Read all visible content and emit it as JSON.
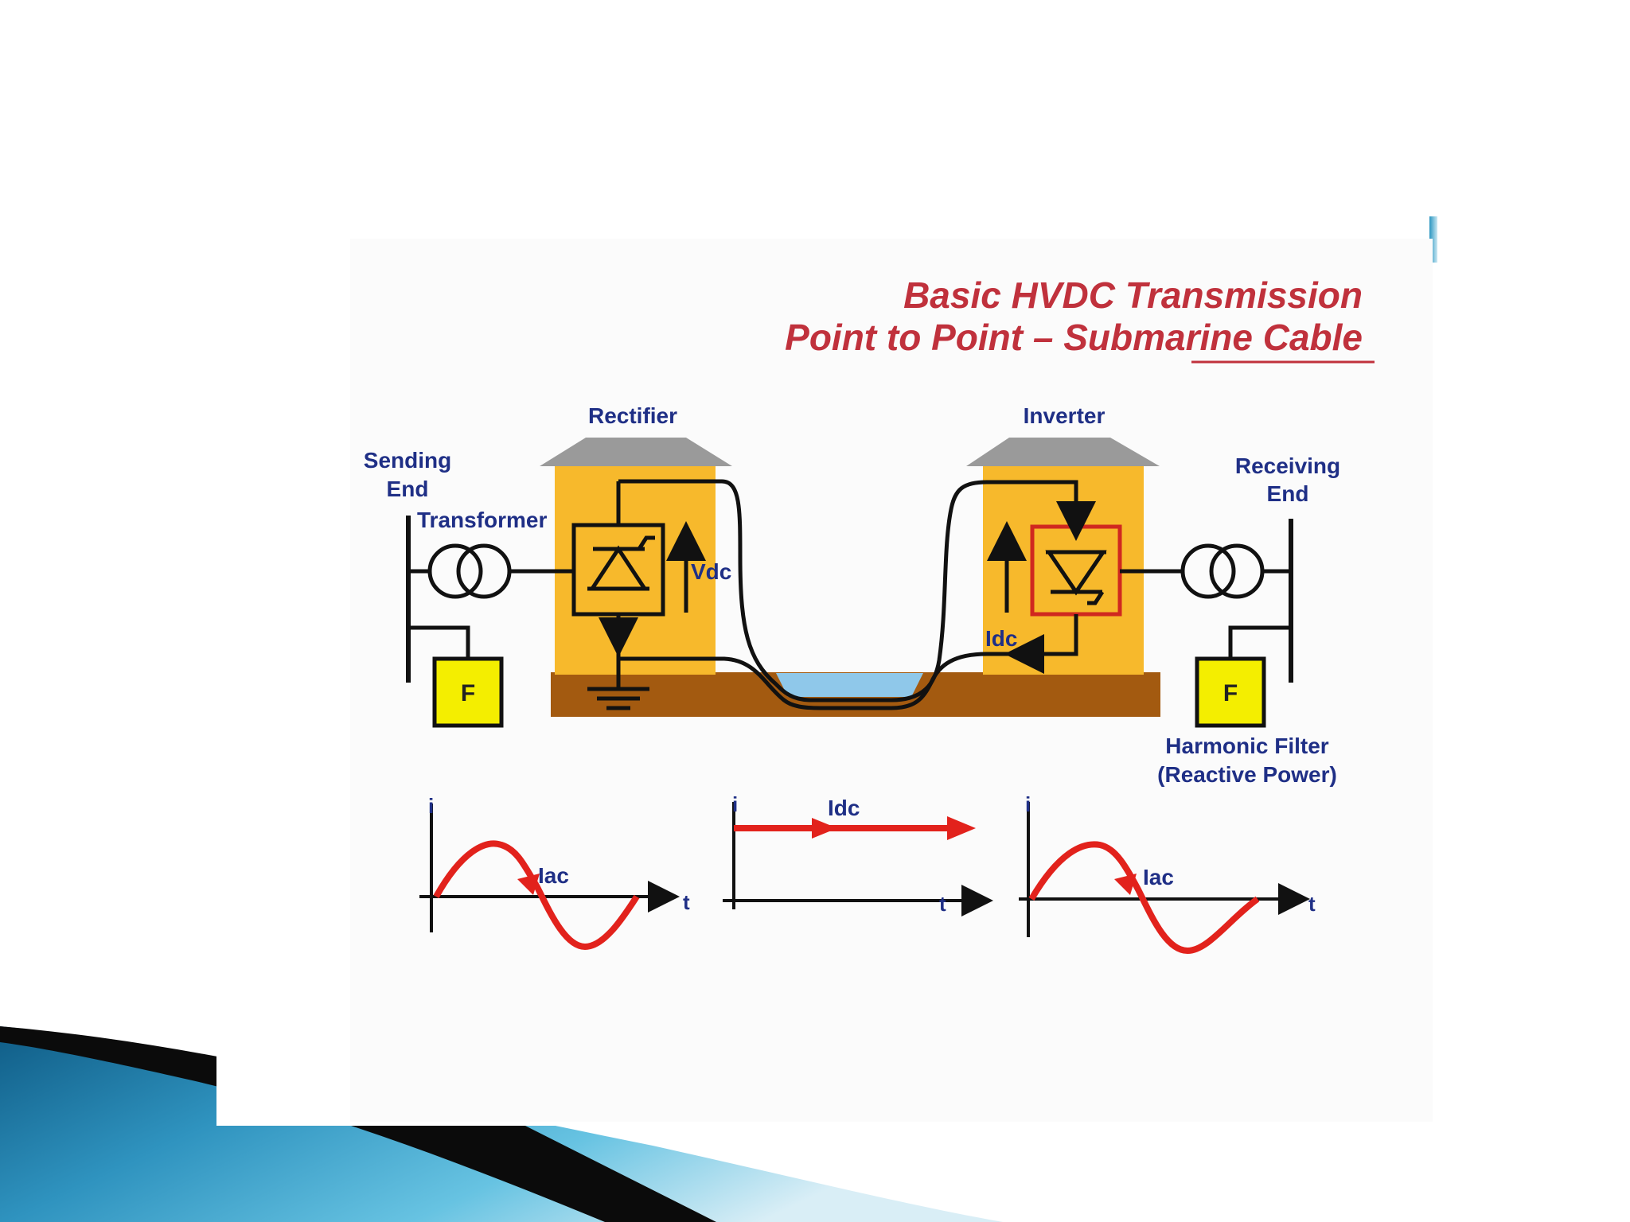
{
  "diagram": {
    "title_line1": "Basic HVDC Transmission",
    "title_line2": "Point to Point – Submarine Cable",
    "rectifier_label": "Rectifier",
    "inverter_label": "Inverter",
    "sending_end_line1": "Sending",
    "sending_end_line2": "End",
    "receiving_end_line1": "Receiving",
    "receiving_end_line2": "End",
    "transformer_label": "Transformer",
    "vdc_label": "Vdc",
    "idc_label": "Idc",
    "filter_letter_left": "F",
    "filter_letter_right": "F",
    "harmonic_filter_line1": "Harmonic Filter",
    "harmonic_filter_line2": "(Reactive Power)"
  },
  "waveforms": {
    "left_current_label": "Iac",
    "middle_current_label": "Idc",
    "right_current_label": "Iac",
    "axis_y_label": "i",
    "axis_t_label": "t"
  },
  "colors": {
    "title": "#c0313c",
    "labels": "#1f2f86",
    "station_fill": "#f7b92c",
    "ground": "#a35a10",
    "water": "#8fc8ea",
    "filter_fill": "#f4ee00",
    "current_red": "#e2221c"
  }
}
